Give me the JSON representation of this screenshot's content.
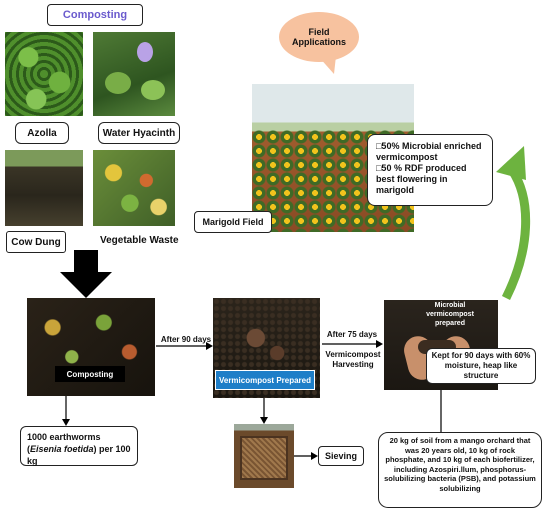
{
  "top": {
    "composting_header": "Composting"
  },
  "materials": {
    "azolla": "Azolla",
    "water_hyacinth": "Water Hyacinth",
    "cow_dung": "Cow Dung",
    "vegetable_waste": "Vegetable Waste"
  },
  "field": {
    "callout": "Field Applications",
    "marigold_label": "Marigold Field",
    "result_line1": "□50% Microbial enriched vermicompost",
    "result_line2": "□50 % RDF produced best flowering in marigold"
  },
  "process": {
    "composting_label": "Composting",
    "earthworms_prefix": "1000 earthworms (",
    "earthworms_species": "Eisenia foetida",
    "earthworms_suffix": ") per 100 kg",
    "after_90_days": "After 90 days",
    "vermicompost_prepared": "Vermicompost Prepared",
    "after_75_days": "After 75 days",
    "harvest_line1": "Vermicompost",
    "harvest_line2": "Harvesting",
    "sieving": "Sieving",
    "microbial_label": "Microbial vermicompost prepared",
    "kept_note": "Kept for 90 days with 60% moisture, heap like structure",
    "soil_note": "20 kg of soil from a mango orchard that was 20 years old, 10 kg of rock phosphate, and 10 kg of each biofertilizer, including Azospiri.llum, phosphorus-solubilizing bacteria (PSB), and potassium solubilizing"
  }
}
